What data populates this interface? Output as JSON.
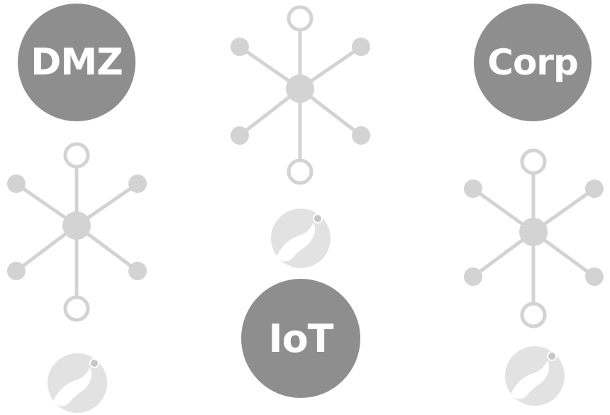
{
  "zones": {
    "dmz": {
      "label": "DMZ"
    },
    "corp": {
      "label": "Corp"
    },
    "iot": {
      "label": "IoT"
    }
  },
  "icons": {
    "network_hub": "network-hub-icon",
    "bird_logo": "bird-logo-icon"
  },
  "colors": {
    "badge_fill": "#8e8e8e",
    "badge_text": "#ffffff",
    "network_gray": "#d3d3d3",
    "logo_gray": "#e2e2e2",
    "logo_dot": "#c6c6c6"
  }
}
